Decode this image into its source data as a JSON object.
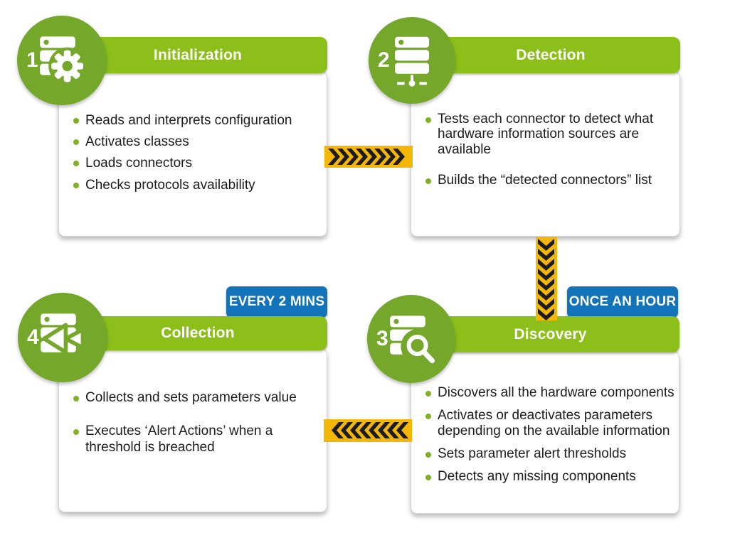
{
  "colors": {
    "bar-green": "#8cbf1a",
    "circle-green": "#75a72b",
    "badge-blue": "#1273b9",
    "arrow-yellow": "#f4b705",
    "arrow-black": "#1c1c1c",
    "text-dark": "#1c1c1c",
    "bullet-green": "#7db322"
  },
  "steps": [
    {
      "number": "1",
      "title": "Initialization",
      "icon": "server-gear",
      "bullets": [
        "Reads and interprets configuration",
        "Activates classes",
        "Loads connectors",
        "Checks protocols availability"
      ]
    },
    {
      "number": "2",
      "title": "Detection",
      "icon": "server-network",
      "bullets": [
        "Tests each connector to detect what hardware information sources are available",
        "Builds the “detected connectors” list"
      ]
    },
    {
      "number": "3",
      "title": "Discovery",
      "icon": "server-search",
      "badge": "ONCE AN HOUR",
      "bullets": [
        "Discovers all the hardware components",
        "Activates or deactivates parameters depending on the available information",
        "Sets parameter alert thresholds",
        "Detects any missing components"
      ]
    },
    {
      "number": "4",
      "title": "Collection",
      "icon": "server-camera",
      "badge": "EVERY 2 MINS",
      "bullets": [
        "Collects and sets parameters value",
        "Executes ‘Alert Actions’ when a threshold is breached"
      ]
    }
  ],
  "arrows": [
    {
      "direction": "right",
      "from": "Initialization",
      "to": "Detection"
    },
    {
      "direction": "down",
      "from": "Detection",
      "to": "Discovery"
    },
    {
      "direction": "left",
      "from": "Discovery",
      "to": "Collection"
    }
  ]
}
